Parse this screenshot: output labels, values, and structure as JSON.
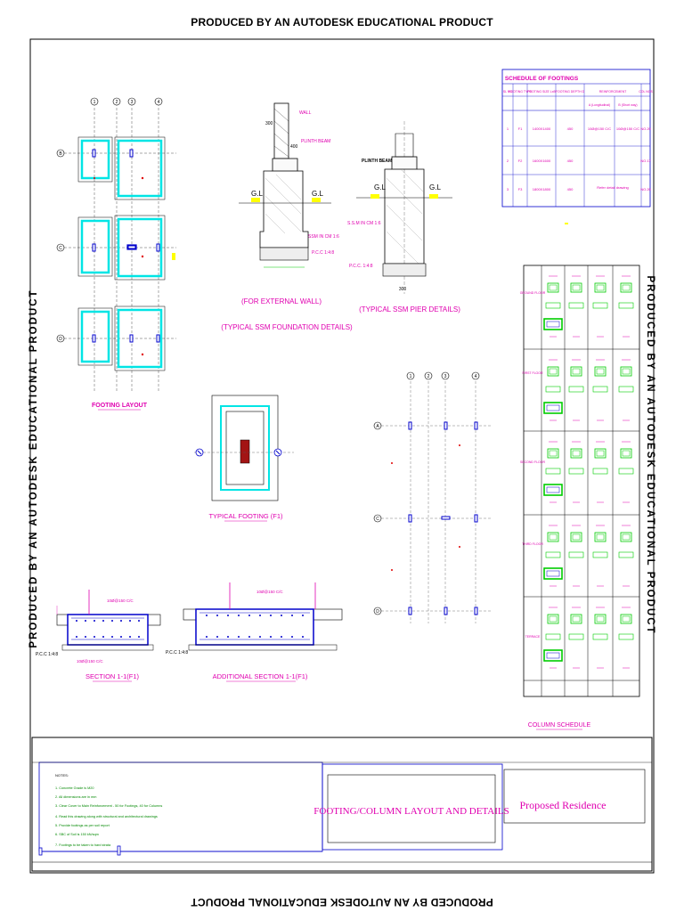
{
  "banners": {
    "top": "PRODUCED BY AN AUTODESK EDUCATIONAL PRODUCT",
    "bottom": "PRODUCED BY AN AUTODESK EDUCATIONAL PRODUCT",
    "left": "PRODUCED BY AN AUTODESK EDUCATIONAL PRODUCT",
    "right": "PRODUCED BY AN AUTODESK EDUCATIONAL PRODUCT"
  },
  "grid_labels": {
    "columns": [
      "1",
      "2",
      "3",
      "4"
    ],
    "rows": [
      "B",
      "C",
      "D"
    ],
    "rows_lower": [
      "A",
      "C",
      "D"
    ]
  },
  "footing_layout": {
    "caption": "FOOTING LAYOUT"
  },
  "wall_detail": {
    "caption1": "(FOR EXTERNAL WALL)",
    "caption2": "(TYPICAL SSM FOUNDATION DETAILS)",
    "labels": [
      "WALL",
      "PLINTH BEAM",
      "G.L",
      "G.L",
      "SSM IN CM 1:6",
      "P.C.C 1:4:8",
      "300",
      "400"
    ]
  },
  "pier_detail": {
    "caption": "(TYPICAL SSM PIER DETAILS)",
    "labels": [
      "PLINTH BEAM",
      "G.L",
      "G.L",
      "S.S.M IN CM 1:6",
      "P.C.C. 1:4:8",
      "300"
    ]
  },
  "typical_footing": {
    "caption": "TYPICAL FOOTING (F1)"
  },
  "section1": {
    "caption": "SECTION 1-1(F1)",
    "labels": [
      "10Ø@150 C/C",
      "10Ø@150 C/C",
      "P.C.C 1:4:8"
    ]
  },
  "section2": {
    "caption": "ADDITIONAL SECTION 1-1(F1)",
    "labels": [
      "10Ø@150 C/C",
      "P.C.C 1:4:8"
    ]
  },
  "schedule_of_footings": {
    "title": "SCHEDULE OF FOOTINGS",
    "headers": [
      "SL NO",
      "FOOTING TYPE",
      "FOOTING SIZE LxB",
      "FOOTING DEPTH D",
      "REINFORCEMENT",
      "COL NOS"
    ],
    "sub_headers": [
      "A (Longitudinal)",
      "B (Short way)"
    ],
    "rows": [
      {
        "sl": "1",
        "type": "F1",
        "size": "1400X1400",
        "depth": "450",
        "reinf_a": "10Ø@150 C/C",
        "reinf_b": "10Ø@150 C/C",
        "cols": "NO.20"
      },
      {
        "sl": "2",
        "type": "F2",
        "size": "1600X1600",
        "depth": "450",
        "reinf_a": "",
        "reinf_b": "",
        "cols": "NO.17"
      },
      {
        "sl": "3",
        "type": "F3",
        "size": "1800X1800",
        "depth": "450",
        "reinf_a": "Refer detail drawing",
        "reinf_b": "",
        "cols": "NO.20"
      }
    ]
  },
  "column_schedule": {
    "caption": "COLUMN SCHEDULE",
    "row_labels": [
      "GROUND FLOOR",
      "FIRST FLOOR",
      "SECOND FLOOR",
      "THIRD FLOOR",
      "TERRACE"
    ]
  },
  "title_block": {
    "notes_title": "NOTES:",
    "notes": [
      "1. Concrete Grade is M20",
      "2. All dimensions are in mm",
      "3. Clear Cover to Main Reinforcement - 50 for Footings, 40 for Columns",
      "4. Read this drawing along with structural and architectural drawings",
      "5. Provide footings as per soil report",
      "6. SBC of Soil is 150 kN/sqm",
      "7. Footings to be taken to hard strata"
    ],
    "drawing_title": "FOOTING/COLUMN LAYOUT AND DETAILS",
    "project": "Proposed Residence"
  },
  "colors": {
    "cyan": "#00e5e5",
    "magenta": "#e000b0",
    "green": "#00cc00",
    "blue": "#0000cc",
    "red": "#e00000"
  }
}
